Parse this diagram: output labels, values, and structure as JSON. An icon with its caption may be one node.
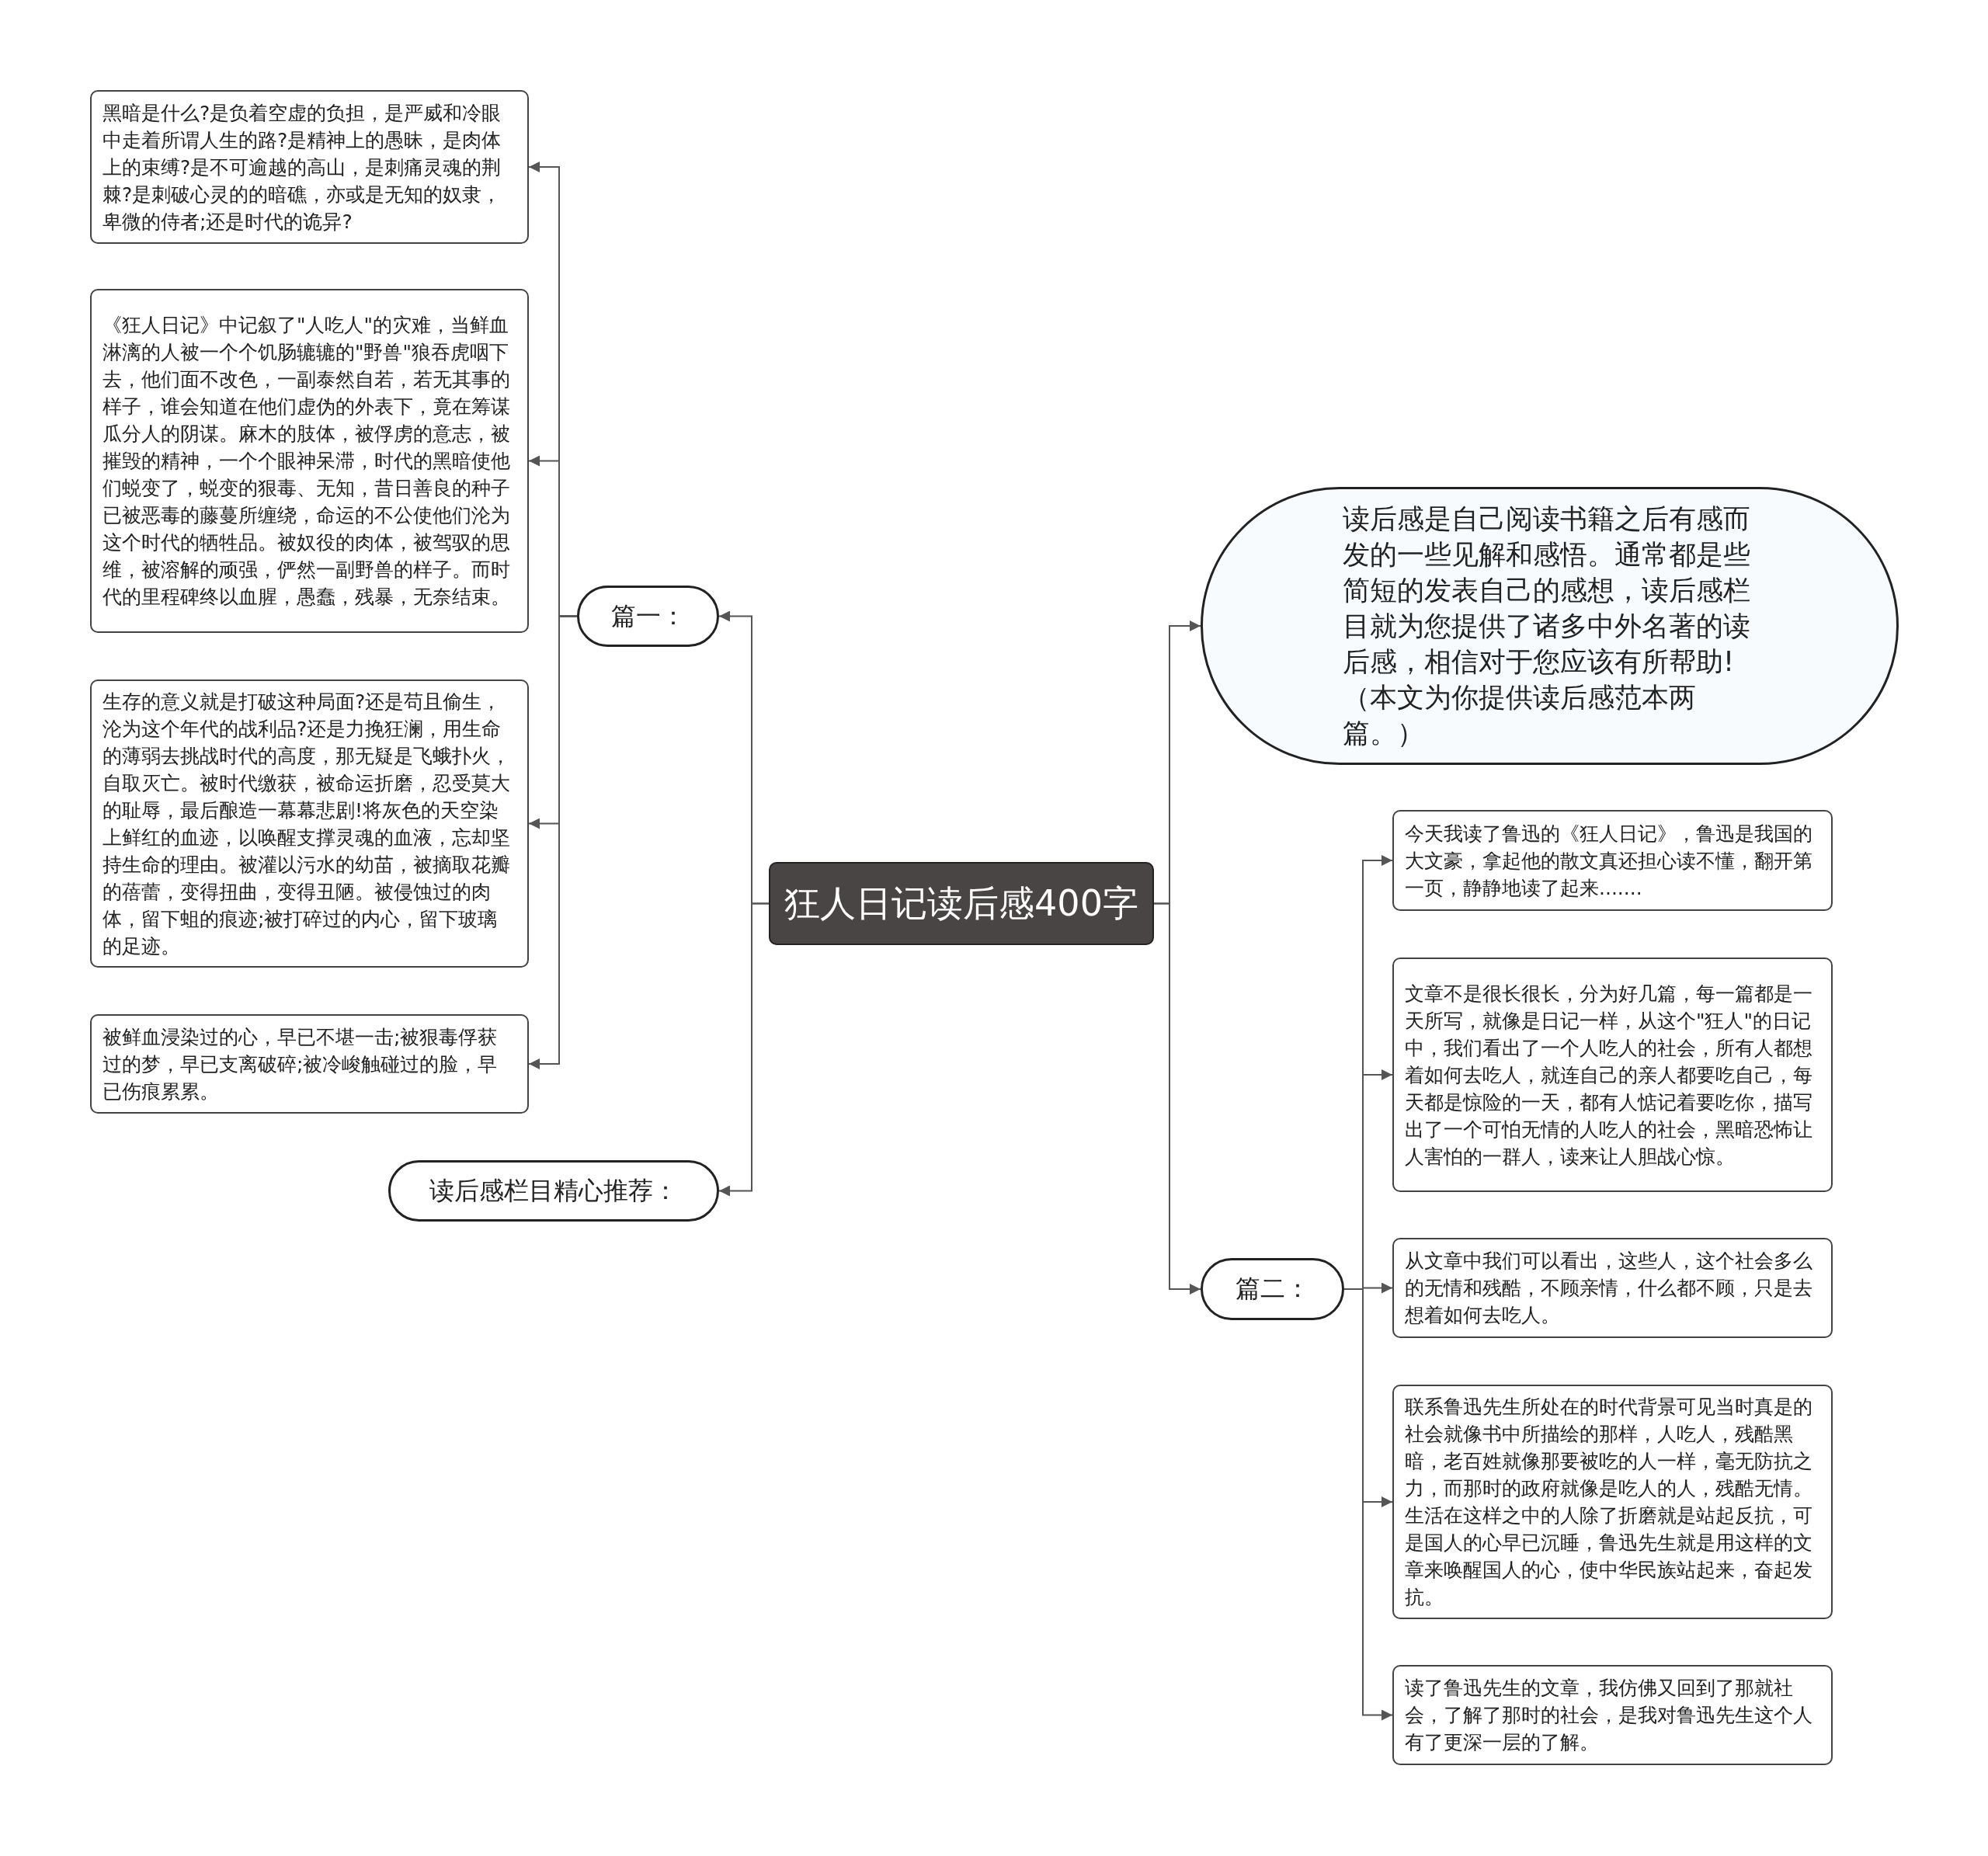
{
  "diagram": {
    "nodes": [
      {
        "text": [
          "狂人日记读后感400字"
        ]
      },
      {
        "text": [
          "篇一："
        ]
      },
      {
        "text": [
          "黑暗是什么?是负着空虚的负担，是严威和冷眼中走着所谓人生的路?是精神上的愚昧，是肉体上的束缚?是不可逾越的高山，是刺痛灵魂的荆棘?是刺破心灵的的暗礁，亦或是无知的奴隶，卑微的侍者;还是时代的诡异?"
        ]
      },
      {
        "text": [
          "《狂人日记》中记叙了\"人吃人\"的灾难，当鲜血淋漓的人被一个个饥肠辘辘的\"野兽\"狼吞虎咽下去，他们面不改色，一副泰然自若，若无其事的样子，谁会知道在他们虚伪的外表下，竟在筹谋瓜分人的阴谋。麻木的肢体，被俘虏的意志，被摧毁的精神，一个个眼神呆滞，时代的黑暗使他们蜕变了，蜕变的狠毒、无知，昔日善良的种子已被恶毒的藤蔓所缠绕，命运的不公使他们沦为这个时代的牺牲品。被奴役的肉体，被驾驭的思维，被溶解的顽强，俨然一副野兽的样子。而时代的里程碑终以血腥，愚蠢，残暴，无奈结束。"
        ]
      },
      {
        "text": [
          "生存的意义就是打破这种局面?还是苟且偷生，沦为这个年代的战利品?还是力挽狂澜，用生命的薄弱去挑战时代的高度，那无疑是飞蛾扑火，自取灭亡。被时代缴获，被命运折磨，忍受莫大的耻辱，最后酿造一幕幕悲剧!将灰色的天空染上鲜红的血迹，以唤醒支撑灵魂的血液，忘却坚持生命的理由。被灌以污水的幼苗，被摘取花瓣的蓓蕾，变得扭曲，变得丑陋。被侵蚀过的肉体，留下蛆的痕迹;被打碎过的内心，留下玻璃的足迹。"
        ]
      },
      {
        "text": [
          "被鲜血浸染过的心，早已不堪一击;被狠毒俘获过的梦，早已支离破碎;被冷峻触碰过的脸，早已伤痕累累。"
        ]
      },
      {
        "text": [
          "读后感栏目精心推荐："
        ]
      },
      {
        "text": [
          "读后感是自己阅读书籍之后有感而发的一些见解和感悟。通常都是些简短的发表自己的感想，读后感栏目就为您提供了诸多中外名著的读后感，相信对于您应该有所帮助!（本文为你提供读后感范本两篇。）"
        ]
      },
      {
        "text": [
          "篇二："
        ]
      },
      {
        "text": [
          "今天我读了鲁迅的《狂人日记》，鲁迅是我国的大文豪，拿起他的散文真还担心读不懂，翻开第一页，静静地读了起来......."
        ]
      },
      {
        "text": [
          "文章不是很长很长，分为好几篇，每一篇都是一天所写，就像是日记一样，从这个\"狂人\"的日记中，我们看出了一个人吃人的社会，所有人都想着如何去吃人，就连自己的亲人都要吃自己，每天都是惊险的一天，都有人惦记着要吃你，描写出了一个可怕无情的人吃人的社会，黑暗恐怖让人害怕的一群人，读来让人胆战心惊。"
        ]
      },
      {
        "text": [
          "从文章中我们可以看出，这些人，这个社会多么的无情和残酷，不顾亲情，什么都不顾，只是去想着如何去吃人。"
        ]
      },
      {
        "text": [
          "联系鲁迅先生所处在的时代背景可见当时真是的社会就像书中所描绘的那样，人吃人，残酷黑暗，老百姓就像那要被吃的人一样，毫无防抗之力，而那时的政府就像是吃人的人，残酷无情。生活在这样之中的人除了折磨就是站起反抗，可是国人的心早已沉睡，鲁迅先生就是用这样的文章来唤醒国人的心，使中华民族站起来，奋起发抗。"
        ]
      },
      {
        "text": [
          "读了鲁迅先生的文章，我仿佛又回到了那就社会，了解了那时的社会，是我对鲁迅先生这个人有了更深一层的了解。"
        ]
      }
    ],
    "edges": [
      {
        "from": 0,
        "to": 1,
        "arrow": "to"
      },
      {
        "from": 1,
        "to": 2,
        "arrow": "to"
      },
      {
        "from": 1,
        "to": 3,
        "arrow": "to"
      },
      {
        "from": 1,
        "to": 4,
        "arrow": "to"
      },
      {
        "from": 1,
        "to": 5,
        "arrow": "to"
      },
      {
        "from": 0,
        "to": 6,
        "arrow": "to"
      },
      {
        "from": 0,
        "to": 7,
        "arrow": "to"
      },
      {
        "from": 0,
        "to": 8,
        "arrow": "to"
      },
      {
        "from": 8,
        "to": 9,
        "arrow": "to"
      },
      {
        "from": 8,
        "to": 10,
        "arrow": "to"
      },
      {
        "from": 8,
        "to": 11,
        "arrow": "to"
      },
      {
        "from": 8,
        "to": 12,
        "arrow": "to"
      },
      {
        "from": 8,
        "to": 13,
        "arrow": "to"
      }
    ]
  }
}
